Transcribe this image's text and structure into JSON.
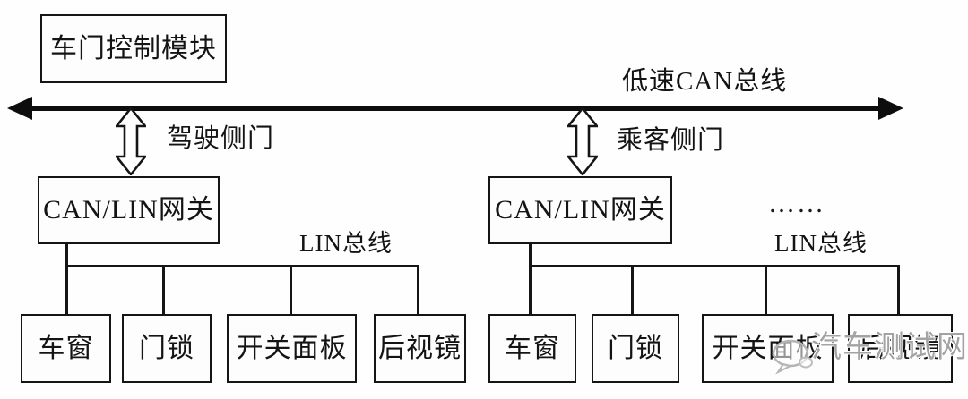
{
  "diagram": {
    "top_module": "车门控制模块",
    "can_bus_label": "低速CAN总线",
    "driver_door_label": "驾驶侧门",
    "passenger_door_label": "乘客侧门",
    "gateway_left": "CAN/LIN网关",
    "gateway_right": "CAN/LIN网关",
    "ellipsis": "……",
    "lin_bus_label_left": "LIN总线",
    "lin_bus_label_right": "LIN总线",
    "left_nodes": [
      "车窗",
      "门锁",
      "开关面板",
      "后视镜"
    ],
    "right_nodes": [
      "车窗",
      "门锁",
      "开关面板",
      "后视镜"
    ],
    "watermark": "汽车测试网",
    "colors": {
      "line": "#151515",
      "text": "#141414",
      "watermark": "#a3a3a3",
      "background": "#fefefe"
    }
  }
}
